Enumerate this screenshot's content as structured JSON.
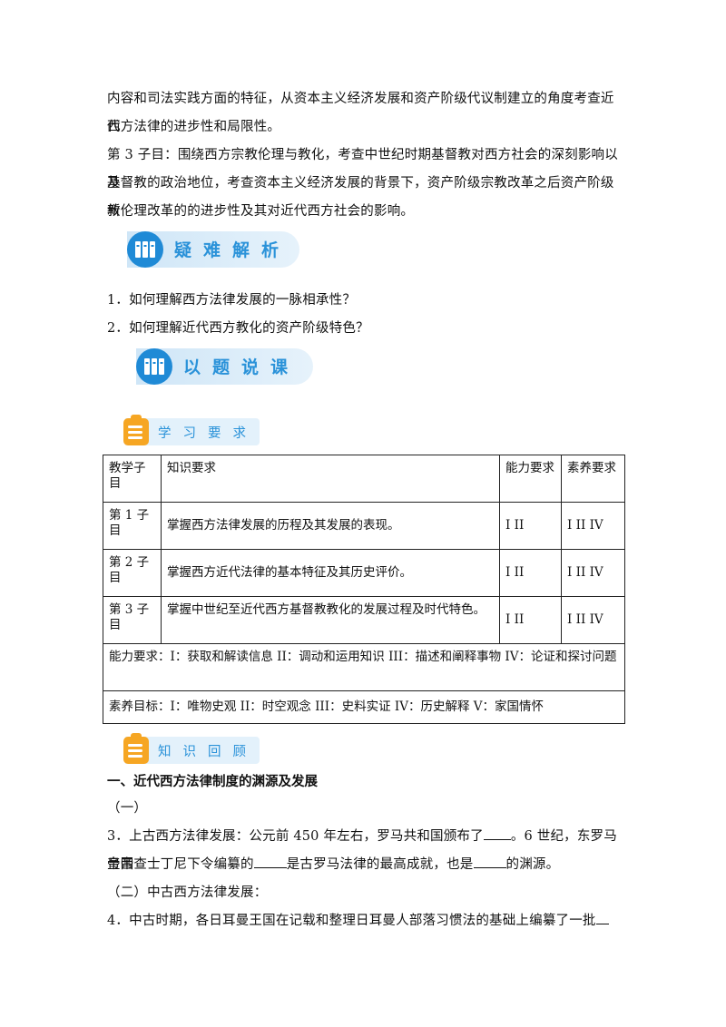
{
  "intro": {
    "line1": "内容和司法实践方面的特征，从资本主义经济发展和资产阶级代议制建立的角度考查近代",
    "line2": "西方法律的进步性和局限性。",
    "line3": "第 3 子目：围绕西方宗教伦理与教化，考查中世纪时期基督教对西方社会的深刻影响以及",
    "line4": "基督教的政治地位，考查资本主义经济发展的背景下，资产阶级宗教改革之后资产阶级新",
    "line5": "教伦理改革的的进步性及其对近代西方社会的影响。"
  },
  "banners": {
    "difficulty": "疑难解析",
    "lesson": "以题说课"
  },
  "questions": {
    "q1": "1．如何理解西方法律发展的一脉相承性？",
    "q2": "2．如何理解近代西方教化的资产阶级特色？"
  },
  "tags": {
    "requirements": "学习要求",
    "review": "知识回顾"
  },
  "table": {
    "headers": [
      "教学子目",
      "知识要求",
      "能力要求",
      "素养要求"
    ],
    "rows": [
      {
        "sub": "第 1 子目",
        "knowledge": "掌握西方法律发展的历程及其发展的表现。",
        "ability": "I II",
        "literacy": "I II IV"
      },
      {
        "sub": "第 2 子目",
        "knowledge": "掌握西方近代法律的基本特征及其历史评价。",
        "ability": "I II",
        "literacy": "I II IV"
      },
      {
        "sub": "第 3 子目",
        "knowledge": "掌握中世纪至近代西方基督教教化的发展过程及时代特色。",
        "ability": "I II",
        "literacy": "I II IV"
      }
    ],
    "ability_note": "能力要求：I：获取和解读信息 II：调动和运用知识 III：描述和阐释事物 IV：论证和探讨问题",
    "literacy_note": "素养目标：I：唯物史观 II：时空观念 III：史料实证  IV：历史解释 V：家国情怀"
  },
  "review": {
    "heading": "一、近代西方法律制度的渊源及发展",
    "sub1": "（一）",
    "q3_a": "3．上古西方法律发展：公元前 450 年左右，罗马共和国颁布了",
    "q3_b": "。6 世纪，东罗马帝国",
    "q3_c": "皇帝查士丁尼下令编纂的",
    "q3_d": "是古罗马法律的最高成就，也是",
    "q3_e": "的渊源。",
    "sub2": "（二）中古西方法律发展：",
    "q4": "4．中古时期，各日耳曼王国在记载和整理日耳曼人部落习惯法的基础上编纂了一批"
  }
}
